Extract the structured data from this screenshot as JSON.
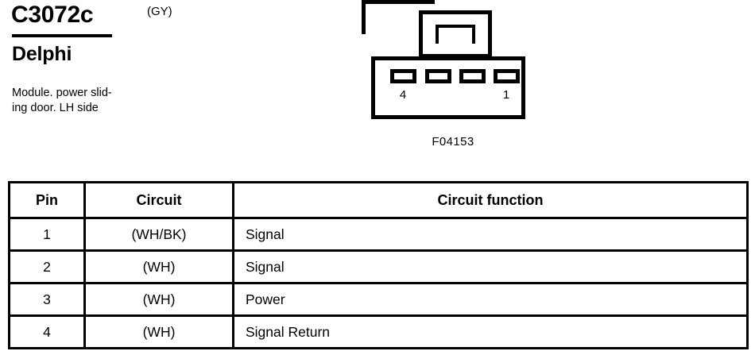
{
  "header": {
    "connector_id": "C3072c",
    "color_code": "(GY)",
    "brand": "Delphi",
    "description_line_1": "Module. power slid-",
    "description_line_2": "ing door. LH side"
  },
  "figure": {
    "code": "F04153",
    "left_pin_label": "4",
    "right_pin_label": "1",
    "cavity_count": 4
  },
  "table": {
    "headers": {
      "pin": "Pin",
      "circuit": "Circuit",
      "function": "Circuit function"
    },
    "rows": [
      {
        "pin": "1",
        "circuit": "(WH/BK)",
        "function": "Signal"
      },
      {
        "pin": "2",
        "circuit": "(WH)",
        "function": "Signal"
      },
      {
        "pin": "3",
        "circuit": "(WH)",
        "function": "Power"
      },
      {
        "pin": "4",
        "circuit": "(WH)",
        "function": "Signal Return"
      }
    ]
  },
  "colors": {
    "ink": "#000000",
    "paper": "#ffffff"
  }
}
